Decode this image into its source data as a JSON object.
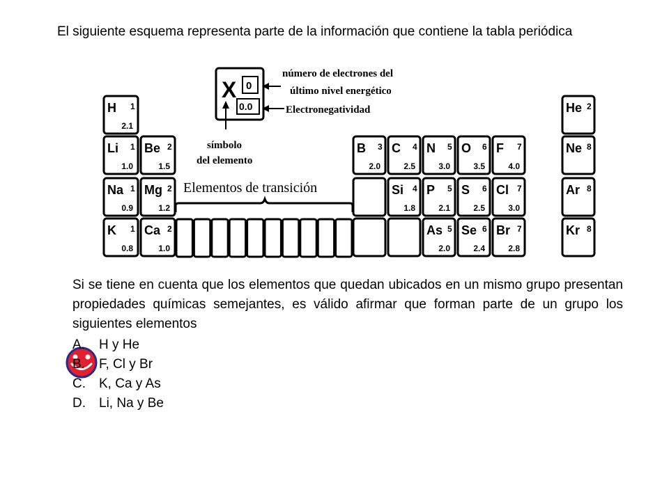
{
  "intro": "El siguiente esquema representa parte de la información que contiene la tabla periódica",
  "figure": {
    "legend": {
      "symbol": "X",
      "electrons": "0",
      "electronegativity": "0.0",
      "electrons_label_line1": "número de electrones del",
      "electrons_label_line2": "último nivel energético",
      "electronegativity_label": "Electronegatividad",
      "symbol_label_line1": "símbolo",
      "symbol_label_line2": "del elemento"
    },
    "transition_label": "Elementos de transición",
    "elements": [
      {
        "symbol": "H",
        "electrons": "1",
        "en": "2.1",
        "col": 0,
        "row": 0
      },
      {
        "symbol": "He",
        "electrons": "2",
        "en": "",
        "col": 13,
        "row": 0
      },
      {
        "symbol": "Li",
        "electrons": "1",
        "en": "1.0",
        "col": 0,
        "row": 1
      },
      {
        "symbol": "Be",
        "electrons": "2",
        "en": "1.5",
        "col": 1,
        "row": 1
      },
      {
        "symbol": "B",
        "electrons": "3",
        "en": "2.0",
        "col": 7,
        "row": 1
      },
      {
        "symbol": "C",
        "electrons": "4",
        "en": "2.5",
        "col": 8,
        "row": 1
      },
      {
        "symbol": "N",
        "electrons": "5",
        "en": "3.0",
        "col": 9,
        "row": 1
      },
      {
        "symbol": "O",
        "electrons": "6",
        "en": "3.5",
        "col": 10,
        "row": 1
      },
      {
        "symbol": "F",
        "electrons": "7",
        "en": "4.0",
        "col": 11,
        "row": 1
      },
      {
        "symbol": "Ne",
        "electrons": "8",
        "en": "",
        "col": 13,
        "row": 1
      },
      {
        "symbol": "Na",
        "electrons": "1",
        "en": "0.9",
        "col": 0,
        "row": 2
      },
      {
        "symbol": "Mg",
        "electrons": "2",
        "en": "1.2",
        "col": 1,
        "row": 2
      },
      {
        "symbol": "Si",
        "electrons": "4",
        "en": "1.8",
        "col": 8,
        "row": 2
      },
      {
        "symbol": "P",
        "electrons": "5",
        "en": "2.1",
        "col": 9,
        "row": 2
      },
      {
        "symbol": "S",
        "electrons": "6",
        "en": "2.5",
        "col": 10,
        "row": 2
      },
      {
        "symbol": "Cl",
        "electrons": "7",
        "en": "3.0",
        "col": 11,
        "row": 2
      },
      {
        "symbol": "Ar",
        "electrons": "8",
        "en": "",
        "col": 13,
        "row": 2
      },
      {
        "symbol": "K",
        "electrons": "1",
        "en": "0.8",
        "col": 0,
        "row": 3
      },
      {
        "symbol": "Ca",
        "electrons": "2",
        "en": "1.0",
        "col": 1,
        "row": 3
      },
      {
        "symbol": "As",
        "electrons": "5",
        "en": "2.0",
        "col": 9,
        "row": 3
      },
      {
        "symbol": "Se",
        "electrons": "6",
        "en": "2.4",
        "col": 10,
        "row": 3
      },
      {
        "symbol": "Br",
        "electrons": "7",
        "en": "2.8",
        "col": 11,
        "row": 3
      },
      {
        "symbol": "Kr",
        "electrons": "8",
        "en": "",
        "col": 13,
        "row": 3
      }
    ]
  },
  "question": "Si se tiene en cuenta que los elementos que quedan ubicados en un mismo grupo presentan propiedades químicas semejantes, es válido afirmar que forman parte de un grupo los siguientes elementos",
  "options": [
    {
      "letter": "A.",
      "text": "H y He"
    },
    {
      "letter": "B.",
      "text": "F, Cl y Br"
    },
    {
      "letter": "C.",
      "text": "K, Ca y As"
    },
    {
      "letter": "D.",
      "text": "Li, Na y Be"
    }
  ],
  "marker_color": "#e02030",
  "marker_outline": "#2a2a8a"
}
